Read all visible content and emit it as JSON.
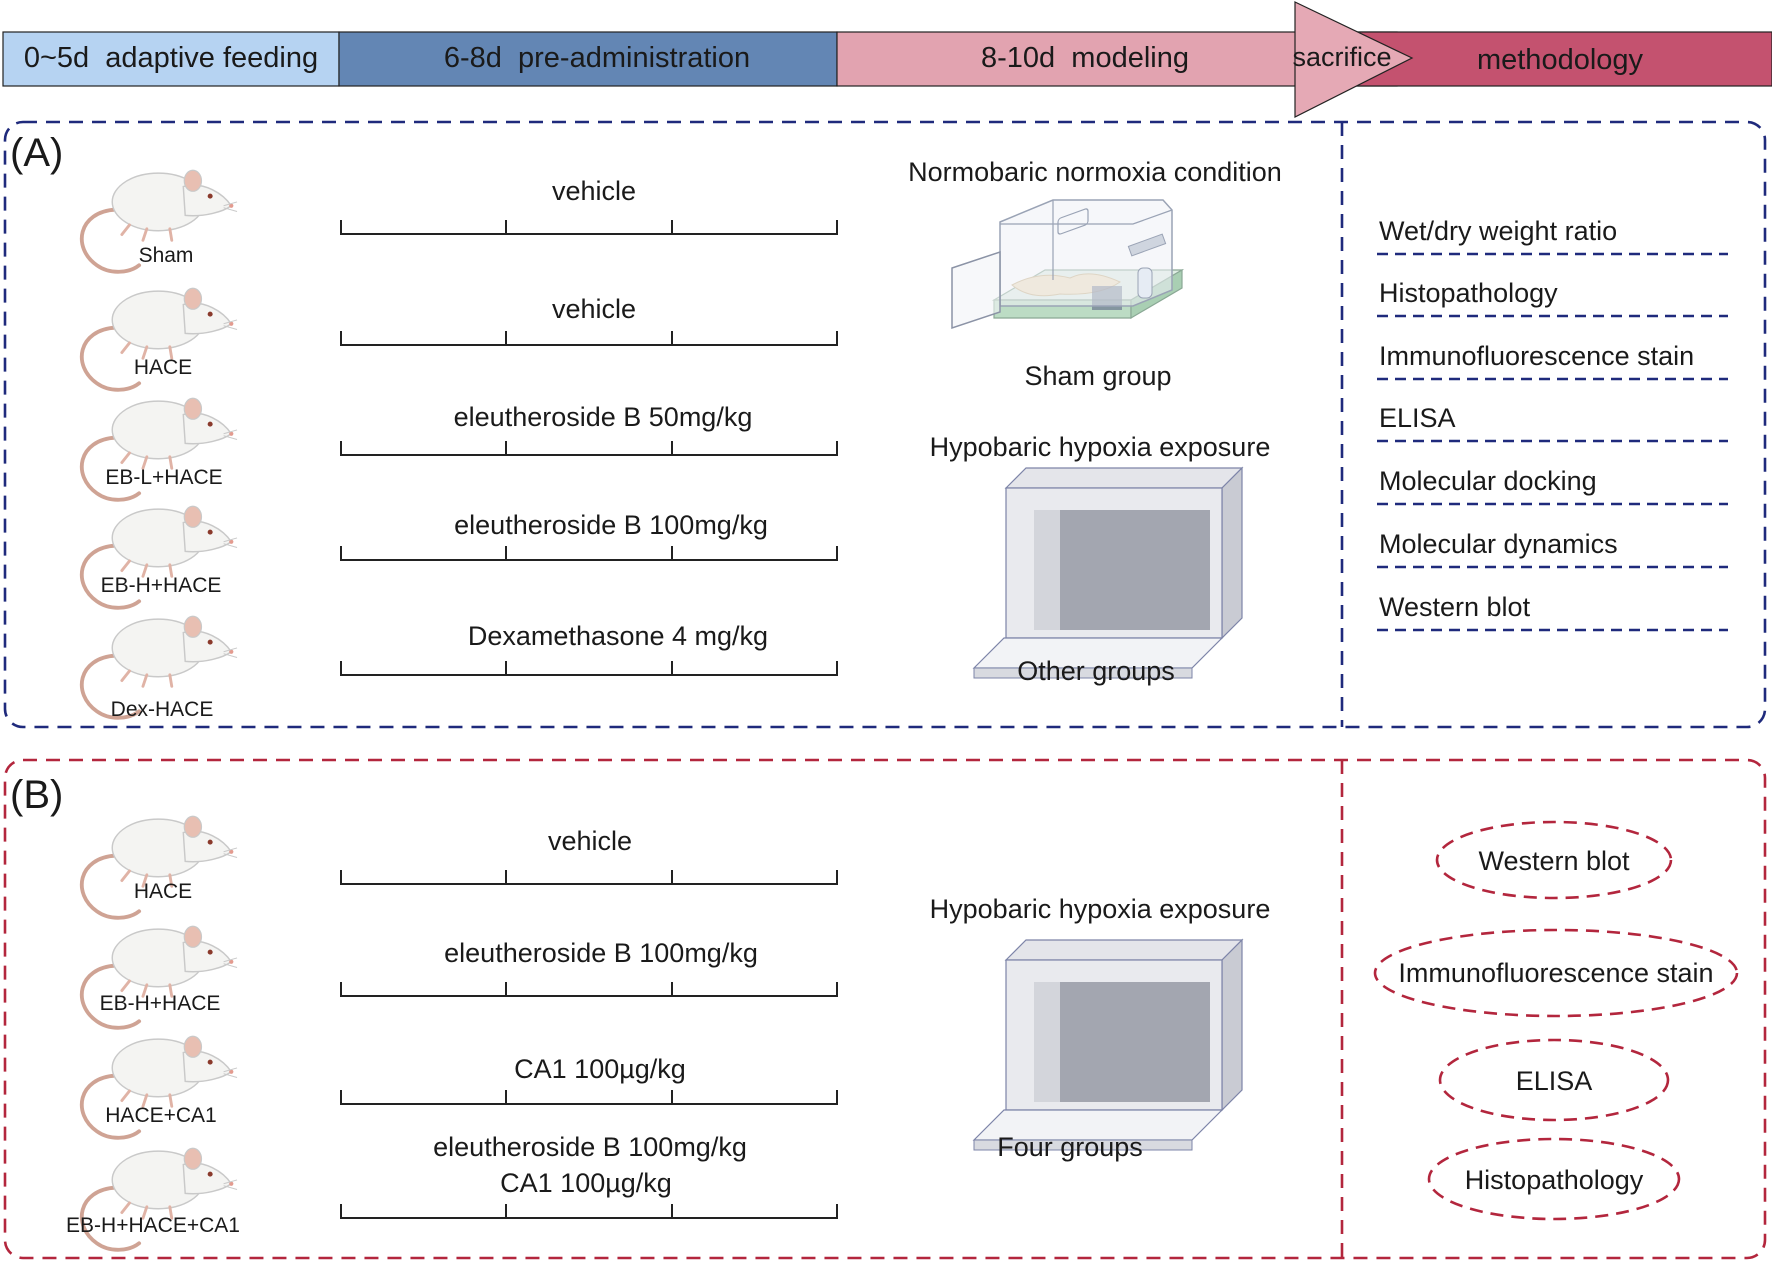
{
  "timeline": {
    "phases": [
      {
        "label": "0~5d  adaptive feeding",
        "color": "#b6d3f2"
      },
      {
        "label": "6-8d  pre-administration",
        "color": "#6386b4"
      },
      {
        "label": "8-10d  modeling",
        "color": "#e2a3b0"
      },
      {
        "label": "sacrifice",
        "color": "#e5a9b5"
      },
      {
        "label": "methodology",
        "color": "#c4526f"
      }
    ]
  },
  "panelA": {
    "label": "(A)",
    "border_color": "#1f2a7c",
    "groups": [
      {
        "name": "Sham",
        "treatment": [
          "vehicle"
        ]
      },
      {
        "name": "HACE",
        "treatment": [
          "vehicle"
        ]
      },
      {
        "name": "EB-L+HACE",
        "treatment": [
          "eleutheroside B 50mg/kg"
        ]
      },
      {
        "name": "EB-H+HACE",
        "treatment": [
          "eleutheroside B 100mg/kg"
        ]
      },
      {
        "name": "Dex-HACE",
        "treatment": [
          "Dexamethasone 4 mg/kg"
        ]
      }
    ],
    "condition_top": "Normobaric normoxia condition",
    "caption_top": "Sham group",
    "condition_bottom": "Hypobaric hypoxia exposure",
    "caption_bottom": "Other groups",
    "methods": [
      "Wet/dry weight ratio",
      "Histopathology",
      "Immunofluorescence stain",
      "ELISA",
      "Molecular docking",
      "Molecular dynamics",
      "Western blot"
    ]
  },
  "panelB": {
    "label": "(B)",
    "border_color": "#b3263d",
    "groups": [
      {
        "name": "HACE",
        "treatment": [
          "vehicle"
        ]
      },
      {
        "name": "EB-H+HACE",
        "treatment": [
          "eleutheroside B 100mg/kg"
        ]
      },
      {
        "name": "HACE+CA1",
        "treatment": [
          "CA1 100µg/kg"
        ]
      },
      {
        "name": "EB-H+HACE+CA1",
        "treatment": [
          "eleutheroside B 100mg/kg",
          "CA1 100µg/kg"
        ]
      }
    ],
    "condition": "Hypobaric hypoxia exposure",
    "caption": "Four groups",
    "methods": [
      "Western blot",
      "Immunofluorescence stain",
      "ELISA",
      "Histopathology"
    ]
  },
  "icons": {
    "rat": "rat-icon",
    "normoxia_chamber": "glass-chamber-icon",
    "hypoxia_chamber": "hypoxia-chamber-icon"
  }
}
